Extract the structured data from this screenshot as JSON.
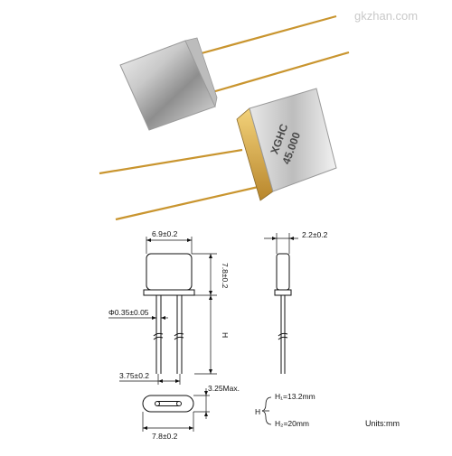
{
  "watermark": "gkzhan.com",
  "product_marking": {
    "line1": "XGHC",
    "line2": "45.000"
  },
  "dimensions": {
    "width": "6.9±0.2",
    "height": "7.8±0.2",
    "thickness": "2.2±0.2",
    "pin_diameter": "Φ0.35±0.05",
    "lead_length": "H",
    "pin_spacing": "3.75±0.2",
    "seat_height": "3.25Max.",
    "base_length": "7.8±0.2"
  },
  "h_legend": {
    "symbol": "H",
    "h1": "H₁=13.2mm",
    "h2": "H₂=20mm"
  },
  "units": "Units:mm"
}
